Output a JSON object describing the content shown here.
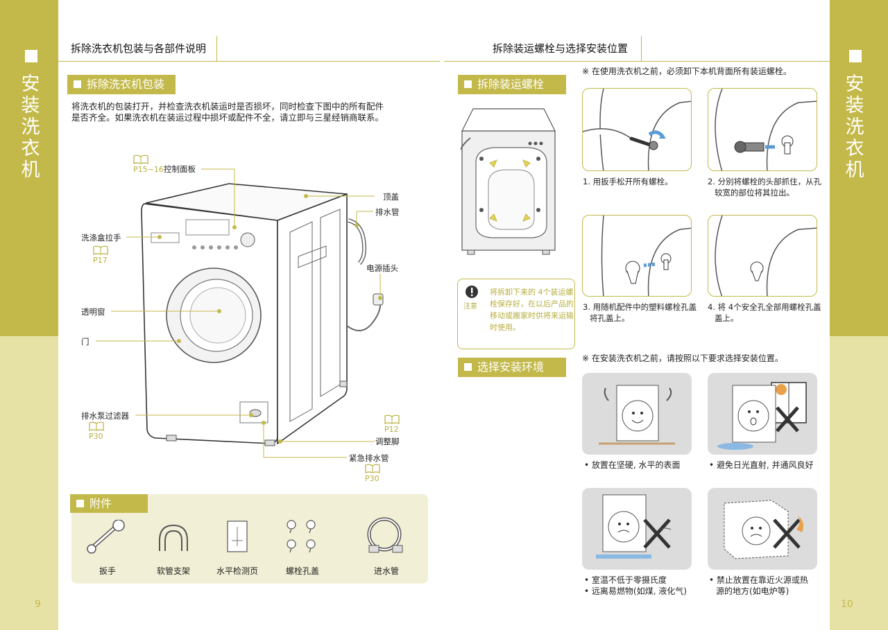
{
  "left_page": {
    "side_title": "安装洗衣机",
    "page_number": "9",
    "header": "拆除洗衣机包装与各部件说明",
    "section_unpack": {
      "title": "拆除洗衣机包装",
      "paragraph_line1": "将洗衣机的包装打开，并检查洗衣机装运时是否损坏，同时检查下图中的所有配件",
      "paragraph_line2": "是否齐全。如果洗衣机在装运过程中损坏或配件不全，请立即与三星经销商联系。"
    },
    "parts": {
      "control_panel": "控制面板",
      "control_panel_ref": "P15~16",
      "top_cover": "顶盖",
      "drain_hose": "排水管",
      "power_plug": "电源插头",
      "detergent_drawer": "洗涤盒拉手",
      "detergent_drawer_ref": "P17",
      "window": "透明窗",
      "door": "门",
      "pump_filter": "排水泵过滤器",
      "pump_filter_ref": "P30",
      "adjust_feet": "调整脚",
      "adjust_feet_ref": "P12",
      "emergency_drain": "紧急排水管",
      "emergency_drain_ref": "P30"
    },
    "accessories": {
      "title": "附件",
      "items": [
        "扳手",
        "软管支架",
        "水平检测页",
        "螺栓孔盖",
        "进水管"
      ]
    }
  },
  "right_page": {
    "side_title": "安装洗衣机",
    "page_number": "10",
    "header": "拆除装运螺栓与选择安装位置",
    "section_bolts": {
      "title": "拆除装运螺栓",
      "note": "※  在使用洗衣机之前，必须卸下本机背面所有装运螺栓。",
      "notice_label": "注意",
      "notice_text": [
        "将拆卸下来的 4个装运螺",
        "栓保存好，在以后产品的",
        "移动或搬家时供将来运输",
        "时使用。"
      ],
      "steps": [
        {
          "line1": "1. 用扳手松开所有螺栓。",
          "line2": ""
        },
        {
          "line1": "2. 分别将螺栓的头部抓住，从孔",
          "line2": "较宽的部位将其拉出。"
        },
        {
          "line1": "3. 用随机配件中的塑料螺栓孔盖",
          "line2": "将孔盖上。"
        },
        {
          "line1": "4. 将 4个安全孔全部用螺栓孔盖",
          "line2": "盖上。"
        }
      ]
    },
    "section_env": {
      "title": "选择安装环境",
      "note": "※  在安装洗衣机之前，请按照以下要求选择安装位置。",
      "items": [
        {
          "line1": "• 放置在坚硬, 水平的表面",
          "line2": ""
        },
        {
          "line1": "• 避免日光直射, 并通风良好",
          "line2": ""
        },
        {
          "line1": "• 室温不低于零摄氏度",
          "line2": "• 远离易燃物(如煤, 液化气)"
        },
        {
          "line1": "• 禁止放置在靠近火源或热",
          "line2": "源的地方(如电炉等)"
        }
      ]
    }
  },
  "colors": {
    "accent": "#c3b94a",
    "accent_light": "#e6e2a6",
    "panel": "#f1efd5"
  }
}
